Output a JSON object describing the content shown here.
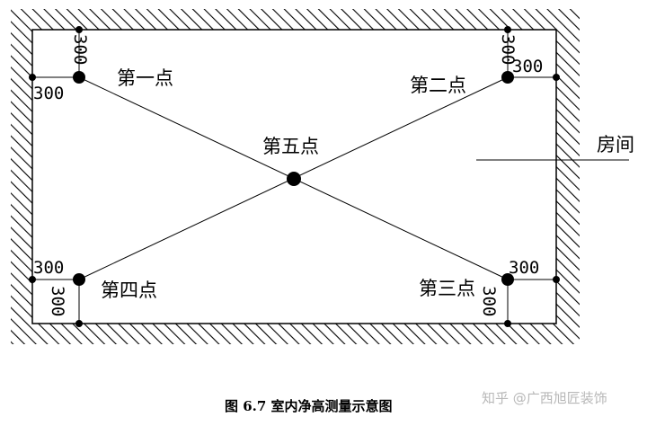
{
  "diagram": {
    "points": {
      "p1": "第一点",
      "p2": "第二点",
      "p3": "第三点",
      "p4": "第四点",
      "p5": "第五点"
    },
    "room_label": "房间",
    "dimension": "300",
    "caption": "图 6.7  室内净高测量示意图",
    "watermark": "知乎 @广西旭匠装饰"
  }
}
